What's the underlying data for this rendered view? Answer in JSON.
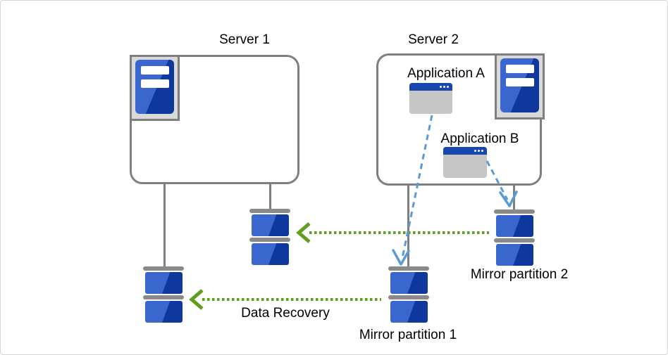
{
  "diagram": {
    "server1": {
      "label": "Server 1"
    },
    "server2": {
      "label": "Server 2"
    },
    "application_a": {
      "label": "Application A"
    },
    "application_b": {
      "label": "Application B"
    },
    "mirror_partition_1": {
      "label": "Mirror partition 1"
    },
    "mirror_partition_2": {
      "label": "Mirror partition 2"
    },
    "data_recovery": {
      "label": "Data Recovery"
    }
  },
  "icons": {
    "server_tower": "server-tower-icon",
    "app_window": "application-window-icon",
    "disk": "disk-partition-icon"
  },
  "colors": {
    "box_border": "#7f7f7f",
    "canvas_border": "#d6d6d6",
    "icon_plate": "#d9d9d9",
    "disk_gray": "#8a8a8a",
    "blue_light": "#3a67cd",
    "blue_dark": "#0e389e",
    "app_titlebar": "#1747ad",
    "app_body": "#c6c6c6",
    "arrow_green": "#5f9e1e",
    "arrow_blue": "#5b9bd5",
    "text": "#000000"
  }
}
